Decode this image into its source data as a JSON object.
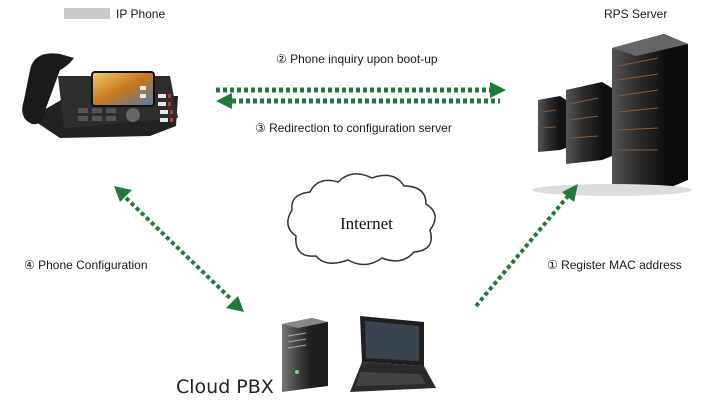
{
  "nodes": {
    "ip_phone": {
      "label": "IP Phone"
    },
    "rps_server": {
      "label": "RPS Server"
    },
    "internet": {
      "label": "Internet"
    },
    "cloud_pbx": {
      "label": "Cloud PBX"
    }
  },
  "edges": [
    {
      "id": "phone-inquiry",
      "label": "② Phone inquiry upon boot-up"
    },
    {
      "id": "redirection",
      "label": "③ Redirection to configuration server"
    },
    {
      "id": "phone-configuration",
      "label": "④ Phone Configuration"
    },
    {
      "id": "register-mac",
      "label": "① Register MAC address"
    }
  ],
  "colors": {
    "arrow": "#1f7a3c",
    "screen": "#d9a23a",
    "server": "#3b3b3b"
  }
}
